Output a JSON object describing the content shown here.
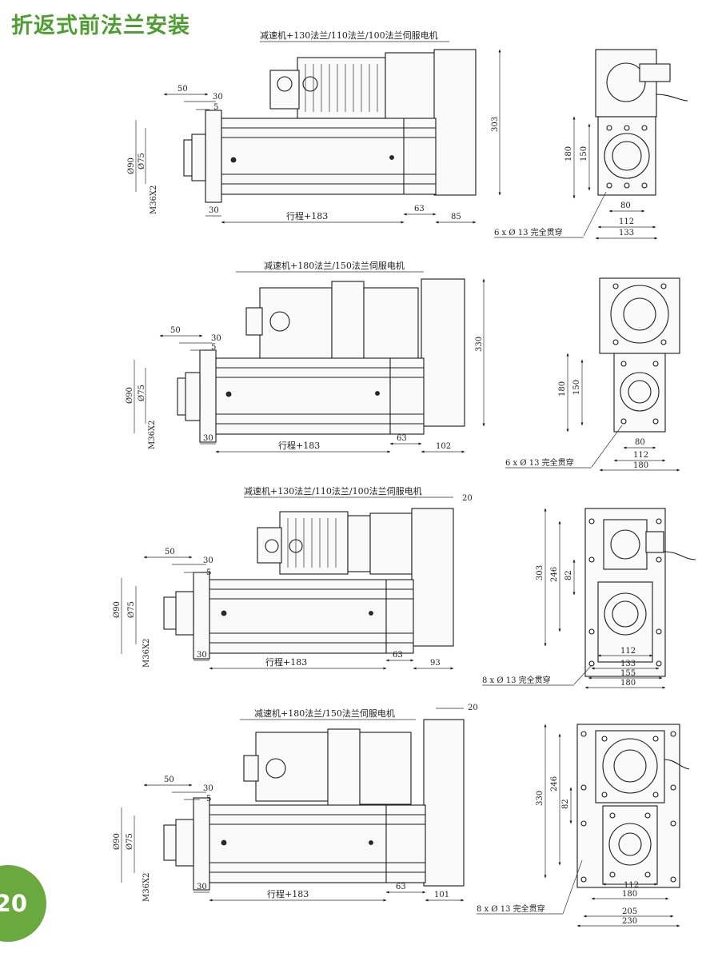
{
  "page": {
    "title": "折返式前法兰安装",
    "page_number": "20"
  },
  "colors": {
    "title_green": "#4f9e33",
    "badge_green": "#6aa93e",
    "line": "#1a1a1a"
  },
  "views": [
    {
      "motor_label": "减速机+130法兰/110法兰/100法兰伺服电机",
      "stroke": "行程+183",
      "dims": {
        "d50": "50",
        "d30a": "30",
        "d5": "5",
        "d90": "Ø90",
        "d75": "Ø75",
        "thread": "M36X2",
        "d30b": "30",
        "d63": "63",
        "tail": "85",
        "height": "303"
      },
      "end": {
        "h1": "180",
        "h2": "150",
        "w1": "80",
        "w2": "112",
        "w3": "133",
        "holes": "6 x Ø 13 完全贯穿"
      }
    },
    {
      "motor_label": "减速机+180法兰/150法兰伺服电机",
      "stroke": "行程+183",
      "dims": {
        "d50": "50",
        "d30a": "30",
        "d5": "5",
        "d90": "Ø90",
        "d75": "Ø75",
        "thread": "M36X2",
        "d30b": "30",
        "d63": "63",
        "tail": "102",
        "height": "330"
      },
      "end": {
        "h1": "180",
        "h2": "150",
        "w1": "80",
        "w2": "112",
        "w3": "180",
        "holes": "6 x Ø 13 完全贯穿"
      }
    },
    {
      "motor_label": "减速机+130法兰/110法兰/100法兰伺服电机",
      "stroke": "行程+183",
      "dims": {
        "d50": "50",
        "d30a": "30",
        "d5": "5",
        "d90": "Ø90",
        "d75": "Ø75",
        "thread": "M36X2",
        "d30b": "30",
        "d63": "63",
        "tail": "93",
        "top": "20"
      },
      "end": {
        "h1": "303",
        "h2": "246",
        "h3": "82",
        "w1": "112",
        "w2": "133",
        "w3": "155",
        "w4": "180",
        "holes": "8 x Ø 13 完全贯穿"
      }
    },
    {
      "motor_label": "减速机+180法兰/150法兰伺服电机",
      "stroke": "行程+183",
      "dims": {
        "d50": "50",
        "d30a": "30",
        "d5": "5",
        "d90": "Ø90",
        "d75": "Ø75",
        "thread": "M36X2",
        "d30b": "30",
        "d63": "63",
        "tail": "101",
        "top": "20"
      },
      "end": {
        "h1": "330",
        "h2": "246",
        "h3": "82",
        "w1": "112",
        "w2": "180",
        "w3": "205",
        "w4": "230",
        "holes": "8 x Ø 13 完全贯穿"
      }
    }
  ]
}
